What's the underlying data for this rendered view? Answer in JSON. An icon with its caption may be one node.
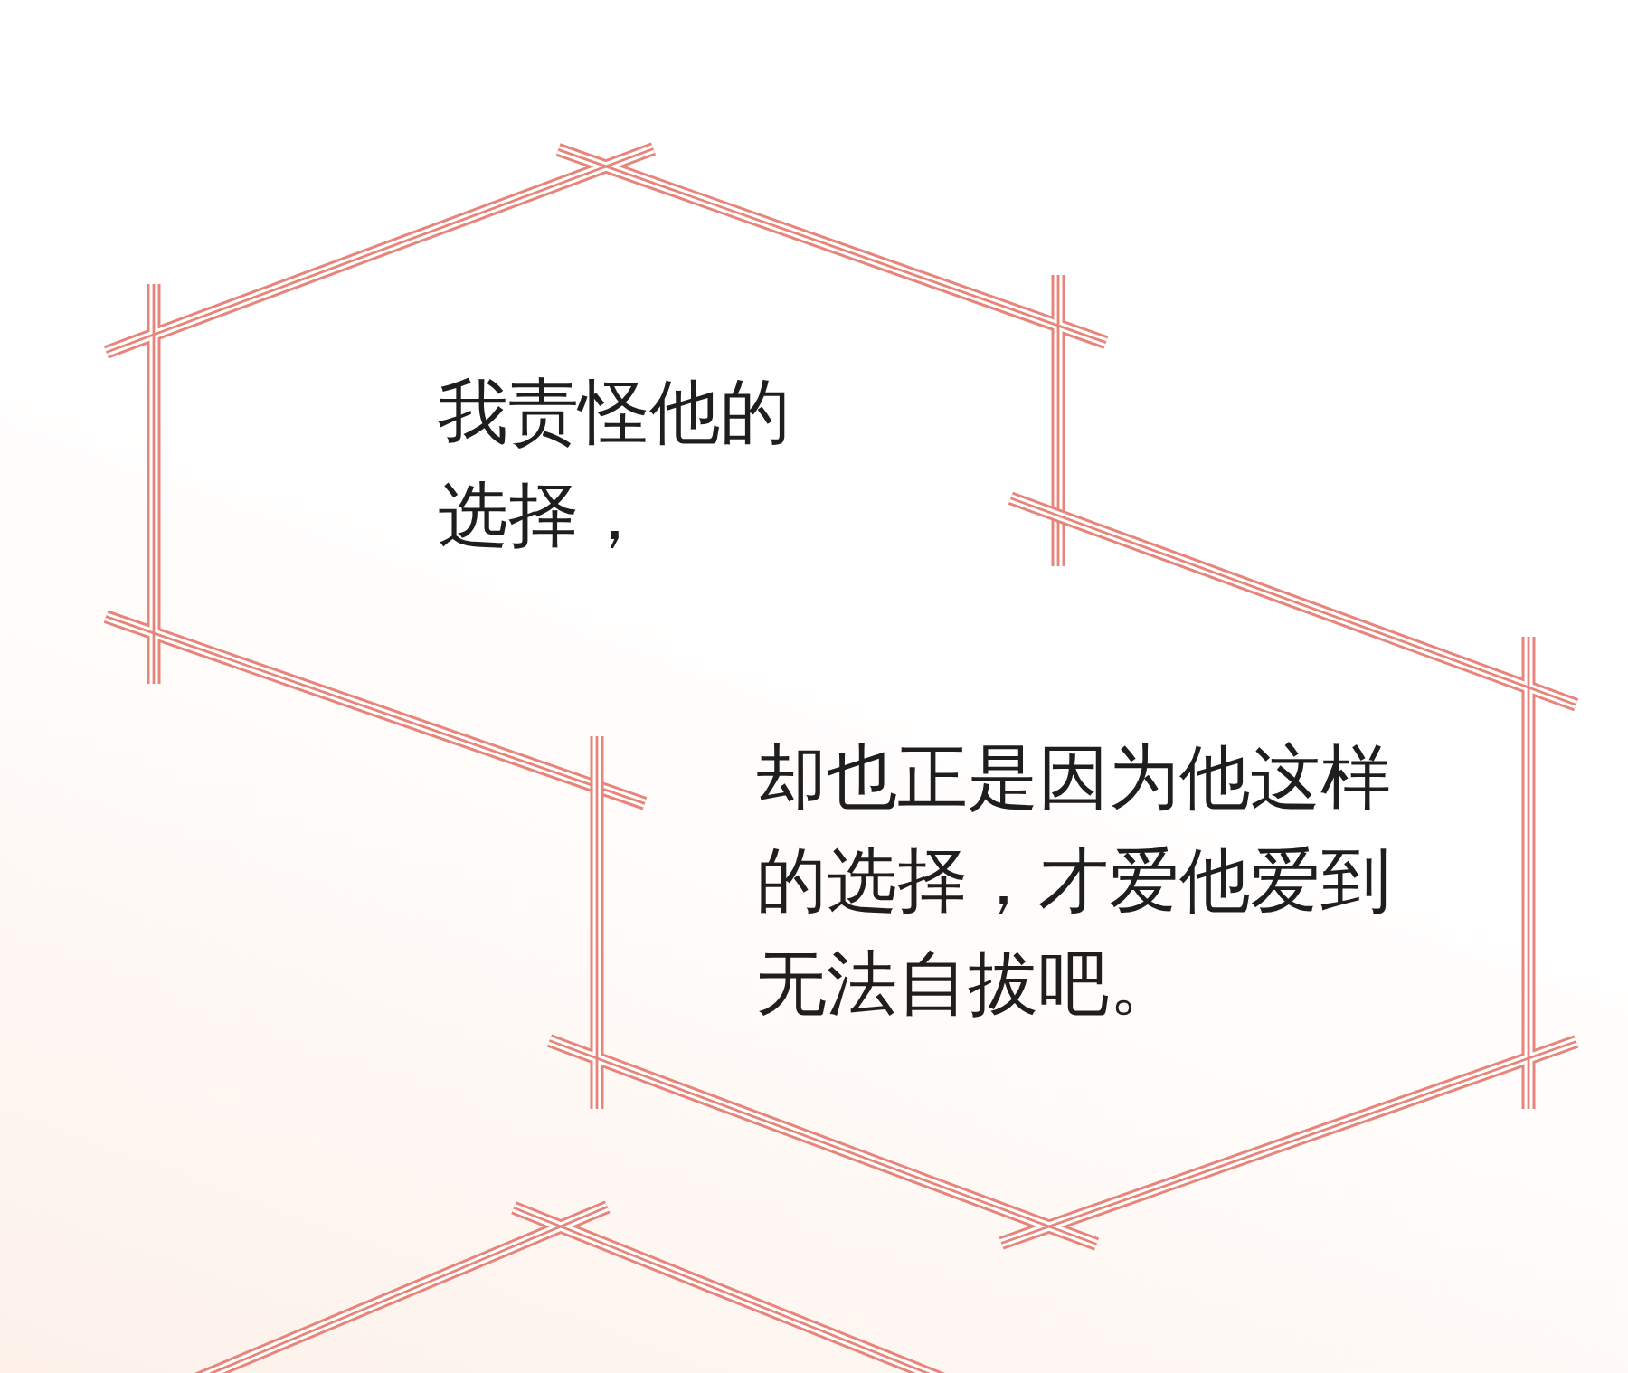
{
  "diagram": {
    "nodes": [
      {
        "text": [
          "我责怪他的选择，"
        ]
      },
      {
        "text": [
          "却也正是因为他这样的选择，才爱他爱到无法自拔吧。"
        ]
      },
      {
        "text": [],
        "shape": "hexagon"
      }
    ]
  }
}
